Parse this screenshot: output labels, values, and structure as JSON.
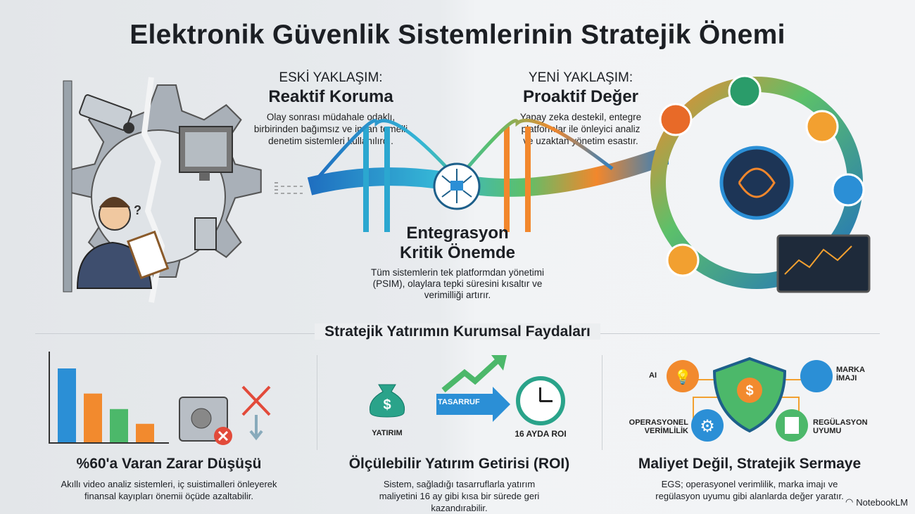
{
  "title": "Elektronik Güvenlik Sistemlerinin Stratejik Önemi",
  "old": {
    "kicker": "ESKİ YAKLAŞIM:",
    "heading": "Reaktif Koruma",
    "desc": "Olay sonrası müdahale odaklı, birbirinden bağımsız ve insan temelli denetim sistemleri kullanılırdı."
  },
  "new": {
    "kicker": "YENİ YAKLAŞIM:",
    "heading": "Proaktif Değer",
    "desc": "Yapay zeka destekil, entegre platformlar ile önleyici analiz ve uzaktan yönetim esastır."
  },
  "integration": {
    "heading1": "Entegrasyon",
    "heading2": "Kritik Önemde",
    "desc": "Tüm sistemlerin tek platformdan yönetimi (PSIM), olaylara tepki süresini kısaltır ve verimilliği artırır."
  },
  "section_title": "Stratejik Yatırımın Kurumsal Faydaları",
  "benefits": [
    {
      "heading": "%60'a Varan Zarar Düşüşü",
      "desc": "Akıllı video analiz sistemleri, iç suistimalleri önleyerek finansal kayıpları önemii öçüde azaltabilir."
    },
    {
      "heading": "Ölçülebilir Yatırım Getirisi (ROI)",
      "desc": "Sistem, sağladığı tasarruflarla yatırım maliyetini 16 ay gibi kısa bir sürede geri kazandırabilir.",
      "invest": "YATIRIM",
      "savings": "TASARRUF",
      "roi": "16 AYDA ROI"
    },
    {
      "heading": "Maliyet Değil, Stratejik Sermaye",
      "desc": "EGS; operasyonel verimlilik, marka imajı ve regülasyon uyumu gibi alanlarda değer yaratır.",
      "ai": "AI",
      "brand1": "MARKA",
      "brand2": "İMAJI",
      "ops1": "OPERASYONEL",
      "ops2": "VERİMLİLİK",
      "reg1": "REGÜLASYON",
      "reg2": "UYUMU"
    }
  ],
  "bar_levels": [
    100,
    66,
    45,
    25
  ],
  "colors": {
    "blue": "#2b8fd6",
    "orange": "#f28a2e",
    "green": "#4cb86a",
    "teal": "#2aa39a"
  },
  "brand": "NotebookLM"
}
